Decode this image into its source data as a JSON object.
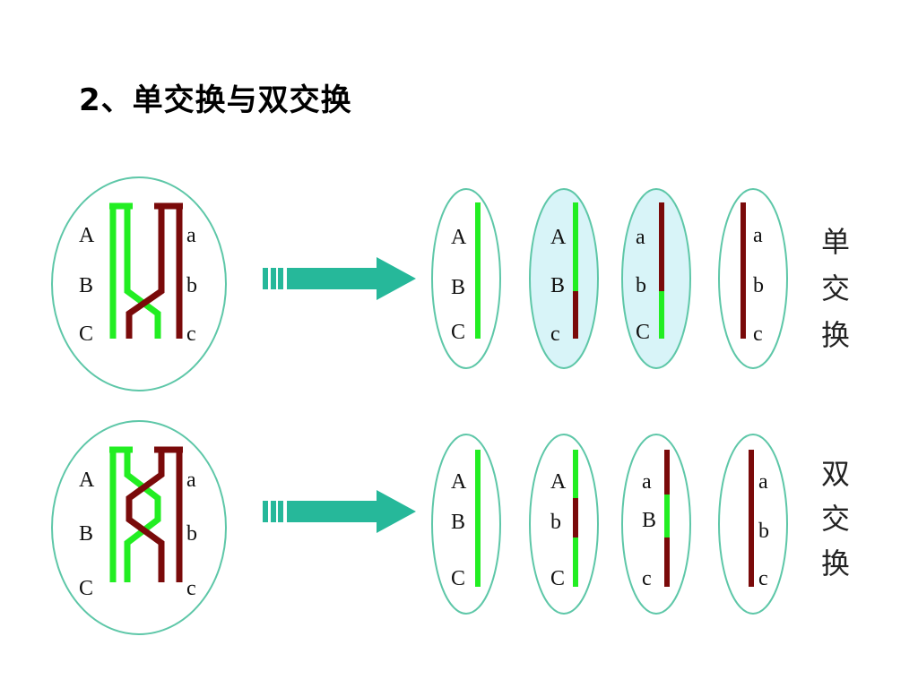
{
  "title": "2、单交换与双交换",
  "colors": {
    "green": "#22ee22",
    "maroon": "#7a0a0a",
    "teal": "#26b89a",
    "oval_stroke": "#5ec7a8",
    "oval_fill_highlight": "#d8f4f8"
  },
  "rows": [
    {
      "type_label": [
        "单",
        "交",
        "换"
      ],
      "parent": {
        "left_labels": [
          "A",
          "B",
          "C"
        ],
        "right_labels": [
          "a",
          "b",
          "c"
        ]
      },
      "products": [
        {
          "labels": [
            "A",
            "B",
            "C"
          ],
          "segments": [
            "green",
            "green",
            "green"
          ],
          "highlight": false
        },
        {
          "labels": [
            "A",
            "B",
            "c"
          ],
          "segments": [
            "green",
            "green",
            "maroon"
          ],
          "highlight": true
        },
        {
          "labels": [
            "a",
            "b",
            "C"
          ],
          "segments": [
            "maroon",
            "maroon",
            "green"
          ],
          "highlight": true
        },
        {
          "labels": [
            "a",
            "b",
            "c"
          ],
          "segments": [
            "maroon",
            "maroon",
            "maroon"
          ],
          "highlight": false
        }
      ]
    },
    {
      "type_label": [
        "双",
        "交",
        "换"
      ],
      "parent": {
        "left_labels": [
          "A",
          "B",
          "C"
        ],
        "right_labels": [
          "a",
          "b",
          "c"
        ]
      },
      "products": [
        {
          "labels": [
            "A",
            "B",
            "C"
          ],
          "segments": [
            "green",
            "green",
            "green"
          ],
          "highlight": false
        },
        {
          "labels": [
            "A",
            "b",
            "C"
          ],
          "segments": [
            "green",
            "maroon",
            "green"
          ],
          "highlight": false
        },
        {
          "labels": [
            "a",
            "B",
            "c"
          ],
          "segments": [
            "maroon",
            "green",
            "maroon"
          ],
          "highlight": false
        },
        {
          "labels": [
            "a",
            "b",
            "c"
          ],
          "segments": [
            "maroon",
            "maroon",
            "maroon"
          ],
          "highlight": false
        }
      ]
    }
  ]
}
